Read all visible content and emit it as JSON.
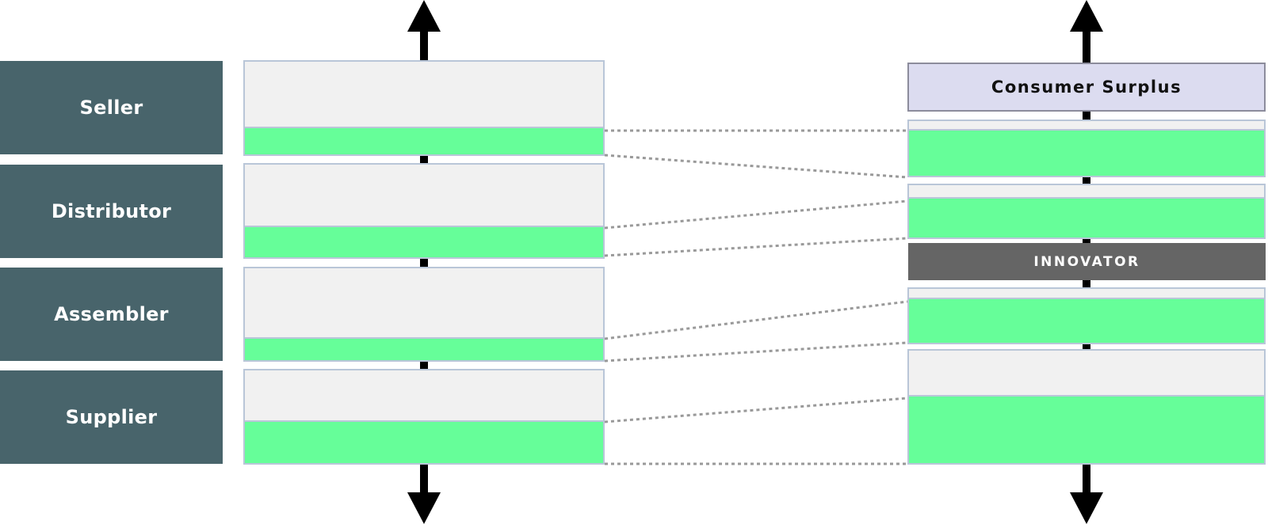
{
  "roles": [
    {
      "label": "Seller"
    },
    {
      "label": "Distributor"
    },
    {
      "label": "Assembler"
    },
    {
      "label": "Supplier"
    }
  ],
  "right_column": {
    "consumer_surplus_label": "Consumer Surplus",
    "innovator_label": "INNOVATOR"
  },
  "colors": {
    "role_background": "#48646b",
    "bar_background": "#f1f1f1",
    "bar_border": "#b9c6d8",
    "margin_fill": "#66fe99",
    "consumer_surplus_fill": "#dcdcf0",
    "innovator_fill": "#656565",
    "connector": "#999999",
    "arrow": "#000000"
  }
}
